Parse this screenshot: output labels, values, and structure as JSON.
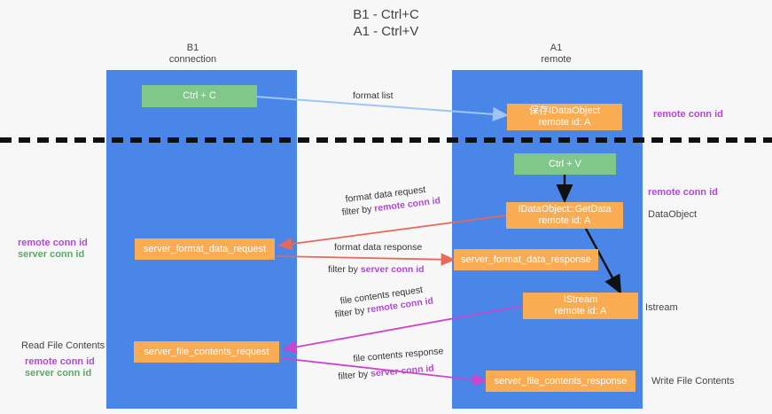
{
  "title": "B1 - Ctrl+C\nA1 - Ctrl+V",
  "columns": [
    {
      "name": "b1",
      "header": "B1\nconnection"
    },
    {
      "name": "a1",
      "header": "A1\nremote"
    }
  ],
  "nodes": [
    {
      "id": "ctrl_c",
      "line1": "Ctrl + C",
      "line2": "",
      "color": "#80c88a"
    },
    {
      "id": "save_idataobject",
      "line1": "保存IDataObject",
      "line2": "remote id: A",
      "color": "#f9ac52"
    },
    {
      "id": "ctrl_v",
      "line1": "Ctrl + V",
      "line2": "",
      "color": "#80c88a"
    },
    {
      "id": "idataobject_getdata",
      "line1": "IDataObject::GetData",
      "line2": "remote id: A",
      "color": "#f9ac52"
    },
    {
      "id": "server_format_data_request",
      "line1": "server_format_data_request",
      "line2": "",
      "color": "#f9ac52"
    },
    {
      "id": "server_format_data_response",
      "line1": "server_format_data_response",
      "line2": "",
      "color": "#f9ac52"
    },
    {
      "id": "istream",
      "line1": "IStream",
      "line2": "remote id: A",
      "color": "#f9ac52"
    },
    {
      "id": "server_file_contents_request",
      "line1": "server_file_contents_request",
      "line2": "",
      "color": "#f9ac52"
    },
    {
      "id": "server_file_contents_response",
      "line1": "server_file_contents_response",
      "line2": "",
      "color": "#f9ac52"
    }
  ],
  "edge_labels": {
    "format_list": "format list",
    "format_data_request": "format data request",
    "format_data_request_filter_prefix": "filter by ",
    "format_data_request_filter_key": "remote conn id",
    "format_data_response": "format data response",
    "format_data_response_filter_prefix": "filter by ",
    "format_data_response_filter_key": "server conn id",
    "file_contents_request": "file contents request",
    "file_contents_request_filter_prefix": "filter by ",
    "file_contents_request_filter_key": "remote conn id",
    "file_contents_response": "file contents response",
    "file_contents_response_filter_prefix": "filter by ",
    "file_contents_response_filter_key": "server conn id"
  },
  "annotations": {
    "right_remote_conn_id_top": "remote conn id",
    "right_remote_conn_id_mid": "remote conn id",
    "right_dataobject": "DataObject",
    "right_istream": "Istream",
    "right_write_file_contents": "Write File Contents",
    "left_remote_conn_id_mid": "remote conn id",
    "left_server_conn_id_mid": "server conn id",
    "left_read_file_contents": "Read File Contents",
    "left_remote_conn_id_bottom": "remote conn id",
    "left_server_conn_id_bottom": "server conn id"
  },
  "colors": {
    "band": "#4a86e8",
    "green_node": "#80c88a",
    "orange_node": "#f9ac52",
    "purple": "#b14ad4",
    "green_text": "#5aa96a",
    "arrow_format_list": "#9fc5f8",
    "arrow_format_data": "#e8685a",
    "arrow_file_contents": "#cc44cc",
    "arrow_black": "#111111",
    "background": "#f7f7f7"
  }
}
